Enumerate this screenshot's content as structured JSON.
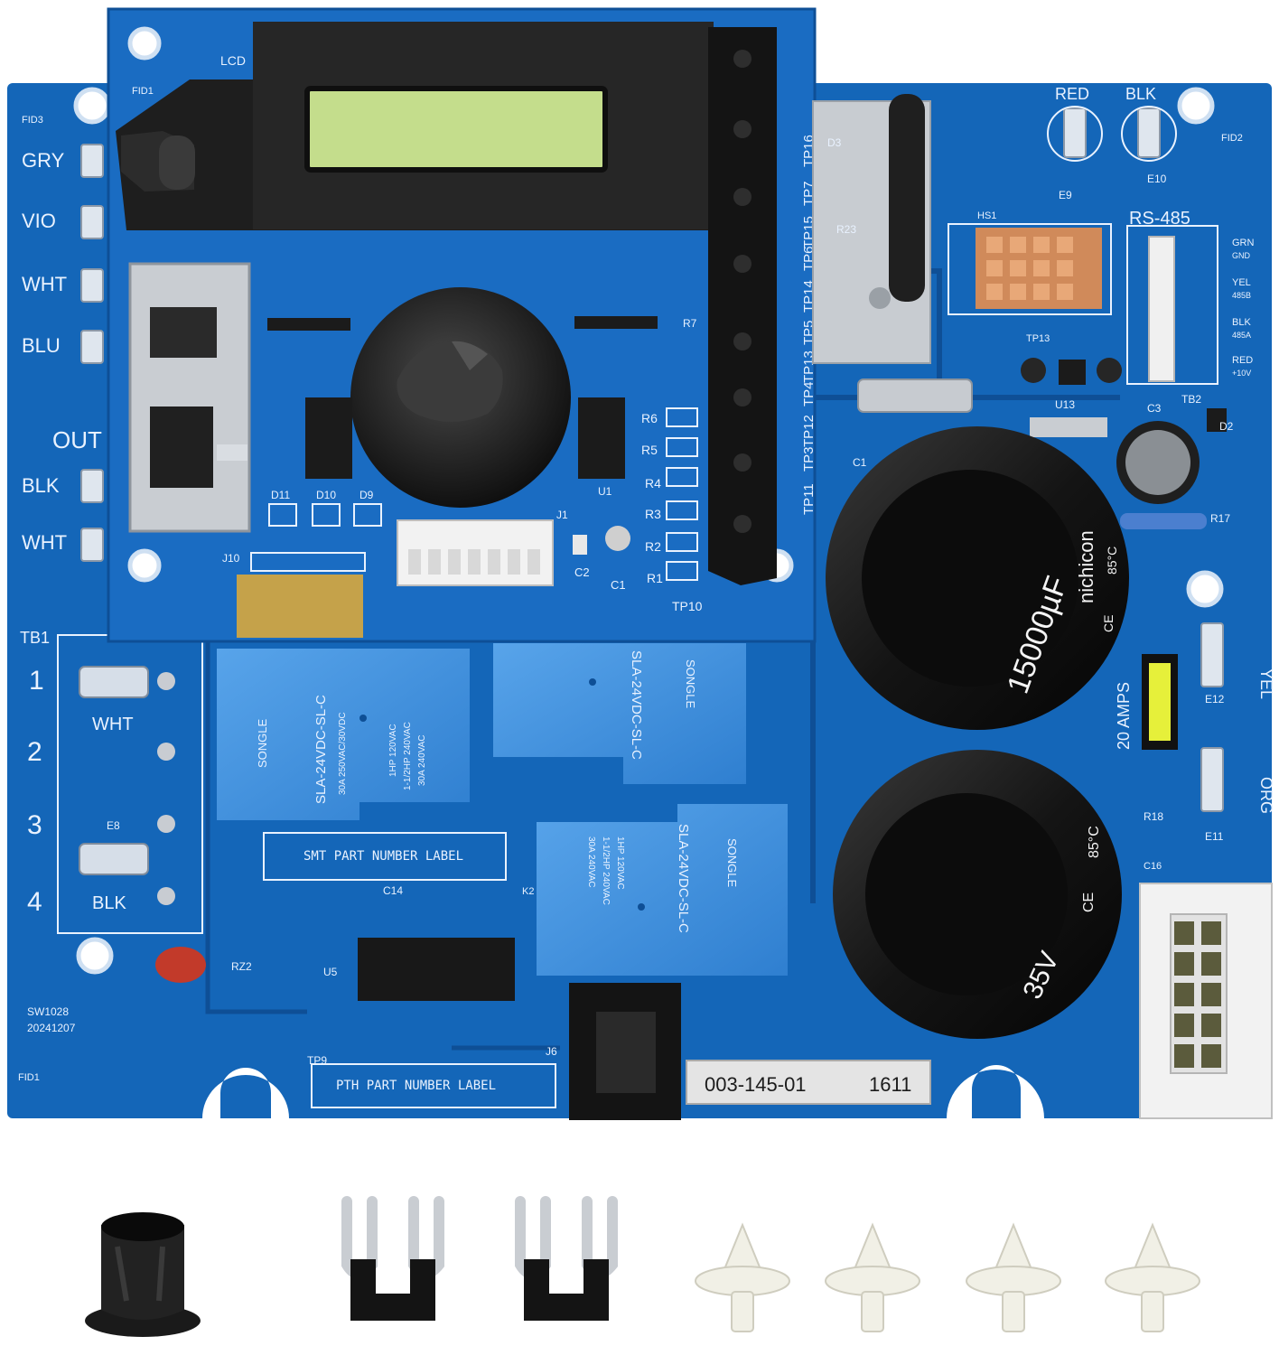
{
  "colors": {
    "pcb_blue": "#1466b8",
    "pcb_dark": "#0e4f96",
    "silkscreen": "#e9f2ff",
    "relay_blue": "#3f8fdc",
    "lcd_green": "#c4dd8c",
    "copper": "#d08a5a",
    "capacitor_black": "#161616",
    "fuse_yellow": "#e6f03a"
  },
  "board": {
    "wire_labels_left": [
      "GRY",
      "VIO",
      "WHT",
      "BLU"
    ],
    "out_label": "OUT",
    "out_wires": [
      "BLK",
      "WHT"
    ],
    "tb1_label": "TB1",
    "tb1_terminals": [
      "1",
      "2",
      "3",
      "4"
    ],
    "tb1_wht": "WHT",
    "tb1_blk": "BLK",
    "e8_label": "E8",
    "wire_labels_top": [
      "RED",
      "BLK"
    ],
    "e9_label": "E9",
    "e10_label": "E10",
    "rs485_label": "RS-485",
    "rs485_pins": [
      "GRN",
      "GND",
      "YEL",
      "485B",
      "BLK",
      "485A",
      "RED",
      "+10V"
    ],
    "right_wires": [
      "YEL",
      "ORG"
    ],
    "e12_label": "E12",
    "e11_label": "E11",
    "fuse_label": "20 AMPS",
    "lcd_label": "LCD",
    "fid_labels": [
      "FID1",
      "FID2",
      "FID3"
    ],
    "test_points": [
      "TP16",
      "TP7",
      "TP15",
      "TP6",
      "TP14",
      "TP5",
      "TP13",
      "TP4",
      "TP12",
      "TP3",
      "TP11",
      "TP10",
      "TP9",
      "TP13"
    ],
    "resistors": [
      "R7",
      "R6",
      "R5",
      "R4",
      "R3",
      "R2",
      "R1",
      "R17",
      "R18",
      "R23",
      "RZ2"
    ],
    "caps": [
      "C1",
      "C2",
      "C3",
      "C14",
      "C16"
    ],
    "diodes": [
      "D11",
      "D10",
      "D9",
      "D2",
      "D3"
    ],
    "chips": [
      "U1",
      "U5",
      "U13",
      "J1",
      "J6",
      "J10",
      "K2",
      "HS1",
      "TB2"
    ],
    "relay_model": "SLA-24VDC-SL-C",
    "relay_brand": "SONGLE",
    "relay_rating_a": "30A 250VAC/30VDC",
    "relay_rating_b": "1HP 120VAC",
    "relay_rating_c": "1-1/2HP 240VAC",
    "relay_rating_d": "30A 240VAC",
    "smt_label": "SMT PART NUMBER LABEL",
    "pth_label": "PTH PART NUMBER LABEL",
    "part_number": "003-145-01",
    "date_code": "1611",
    "fw_version": "SW1028",
    "fw_date": "20241207",
    "cap1_value": "15000µF",
    "cap1_brand": "nichicon",
    "cap1_rating": "85°C",
    "cap2_value": "35V",
    "cap2_rating": "85°C",
    "cap_ce": "CE"
  },
  "accessories": [
    {
      "name": "grommet"
    },
    {
      "name": "jumper"
    },
    {
      "name": "jumper"
    },
    {
      "name": "standoff"
    },
    {
      "name": "standoff"
    },
    {
      "name": "standoff"
    },
    {
      "name": "standoff"
    }
  ]
}
